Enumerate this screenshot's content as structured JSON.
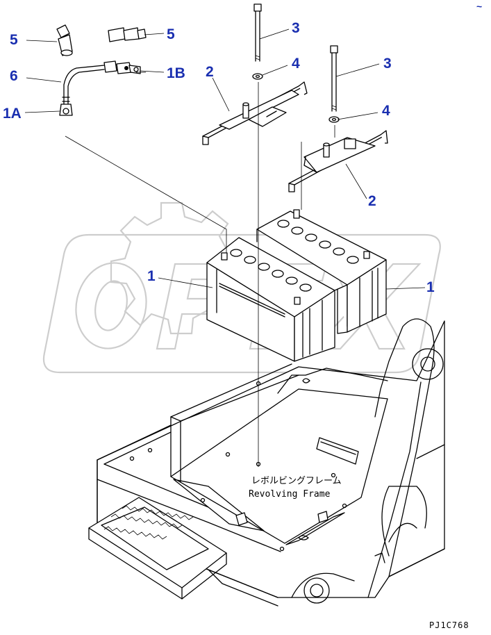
{
  "diagram": {
    "callouts": {
      "battery": "1",
      "cable_terminal_a": "1A",
      "cable_terminal_b": "1B",
      "bracket": "2",
      "rod": "3",
      "washer": "4",
      "cap": "5",
      "cable": "6"
    },
    "frame_label_jp": "レボルビングフレーム",
    "frame_label_en": "Revolving Frame",
    "drawing_code": "PJ1C768",
    "corner_mark": "~",
    "watermark_text": "OPEX",
    "colors": {
      "callout": "#1a2fb0",
      "line": "#000000",
      "watermark": "#c8c8c8"
    }
  }
}
